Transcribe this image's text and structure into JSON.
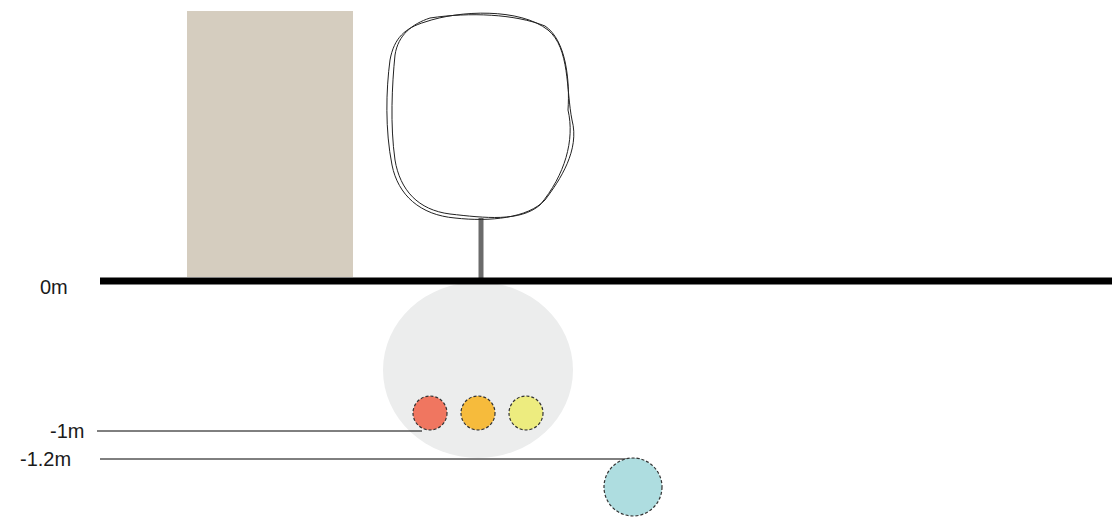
{
  "diagram": {
    "labels": [
      "0m",
      "-1m",
      "-1.2m"
    ]
  }
}
